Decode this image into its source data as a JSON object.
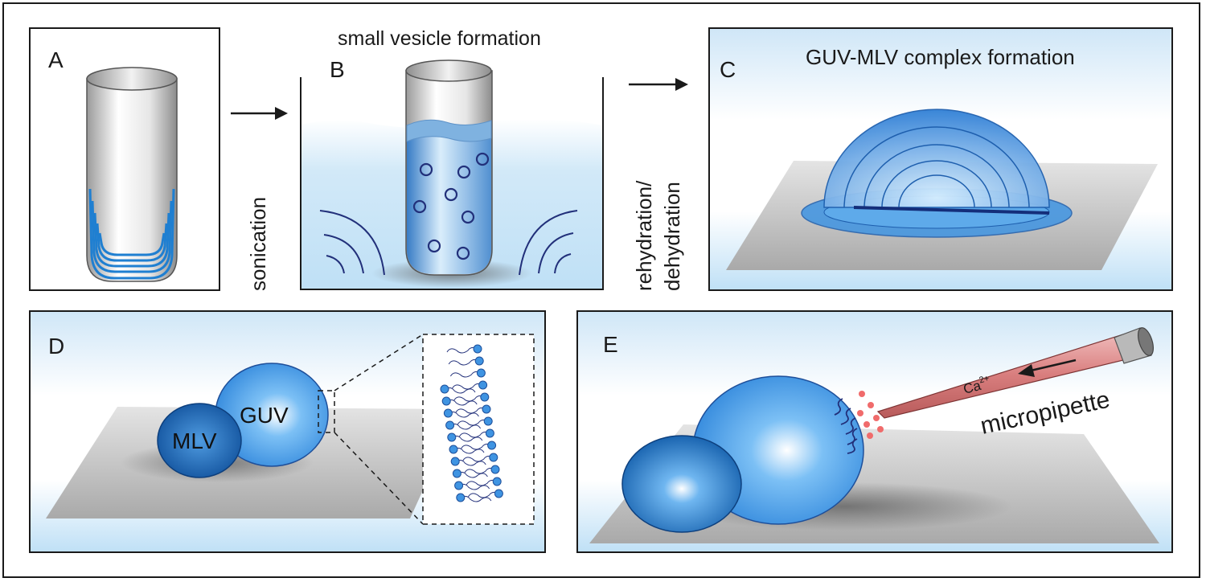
{
  "panels": {
    "A": {
      "label": "A"
    },
    "B": {
      "label": "B",
      "title": "small vesicle formation"
    },
    "C": {
      "label": "C",
      "title": "GUV-MLV complex formation"
    },
    "D": {
      "label": "D",
      "vesicle_large": "GUV",
      "vesicle_small": "MLV"
    },
    "E": {
      "label": "E",
      "ion_base": "Ca",
      "ion_charge": "2+",
      "tool": "micropipette"
    }
  },
  "steps": {
    "sonication": "sonication",
    "rehydration_line1": "rehydration/",
    "rehydration_line2": "dehydration"
  },
  "colors": {
    "water": "#cfe8f7",
    "vesicle_blue": "#3f9ae4",
    "vesicle_dark": "#1e5fae",
    "lipid_film": "#1f7fd1",
    "pipette": "#d98b8b",
    "ion_dots": "#f06b6b",
    "outline": "#1a1a1a"
  }
}
